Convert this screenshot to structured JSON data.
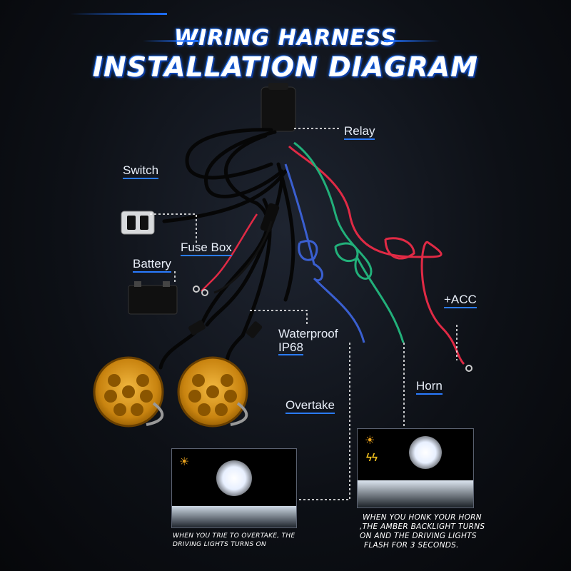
{
  "title": {
    "line1": "WIRING HARNESS",
    "line2": "INSTALLATION DIAGRAM"
  },
  "labels": {
    "relay": "Relay",
    "switch": "Switch",
    "fuse_box": "Fuse Box",
    "battery": "Battery",
    "waterproof_line1": "Waterproof",
    "waterproof_line2": "IP68",
    "acc": "+ACC",
    "overtake": "Overtake",
    "horn": "Horn"
  },
  "captions": {
    "overtake": [
      "WHEN YOU TRIE TO OVERTAKE, THE",
      "DRIVING LIGHTS TURNS ON"
    ],
    "horn": [
      "WHEN YOU HONK YOUR HORN",
      ",THE AMBER BACKLIGHT TURNS",
      "ON AND THE DRIVING LIGHTS",
      "FLASH FOR 3 SECONDS."
    ]
  },
  "colors": {
    "accent": "#2a7bff",
    "wire_red": "#e02a45",
    "wire_green": "#22b07a",
    "wire_blue": "#3a5fd0",
    "amber": "#e9a21e"
  },
  "icons": {
    "sun": "sun-icon",
    "flash": "flash-icon"
  }
}
